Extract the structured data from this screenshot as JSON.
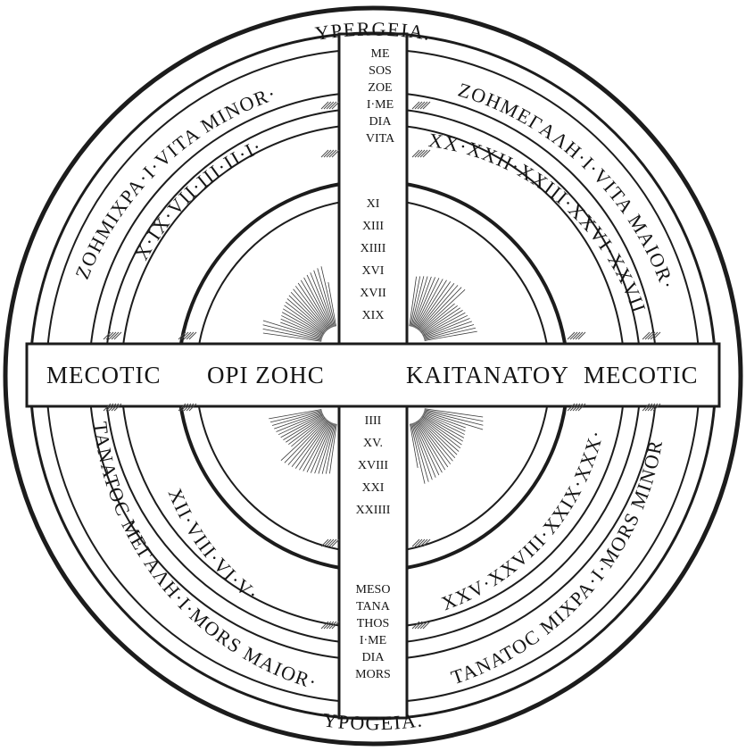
{
  "top_label": "YPERGEIA.",
  "bottom_label": "YPOGEIA.",
  "left_label": "MECOTIC",
  "right_label": "MECOTIC",
  "center_left": "OPI ZOHC",
  "center_right": "KAITANATOY",
  "top_column": [
    "ME",
    "SOS",
    "ZOE",
    "I·ME",
    "DIA",
    "VITA"
  ],
  "bottom_column": [
    "MESO",
    "TANA",
    "THOS",
    "I·ME",
    "DIA",
    "MORS"
  ],
  "upper_numbers": [
    "XI",
    "XIII",
    "XIIII",
    "XVI",
    "XVII",
    "XIX"
  ],
  "lower_numbers": [
    "IIII",
    "XV.",
    "XVIII",
    "XXI",
    "XXIIII"
  ],
  "quadrants": {
    "tl_outer": "ZOHMIXPA·I·VITA MINOR·",
    "tl_inner": "X·IX·VII·III·II·I·",
    "tr_outer": "ZOHMEΓAΛH·I·VITA MAIOR·",
    "tr_inner": "XX·XXII·XXIII·XXVI·XXVII",
    "bl_outer": "TANATOC MEΓAΛH·I·MORS MAIOR·",
    "bl_inner": "XII·VIII·VI·V·",
    "br_outer": "TANATOC MIXPA·I·MORS MINOR",
    "br_inner": "XXV·XXVIII·XXIX·XXX·"
  }
}
